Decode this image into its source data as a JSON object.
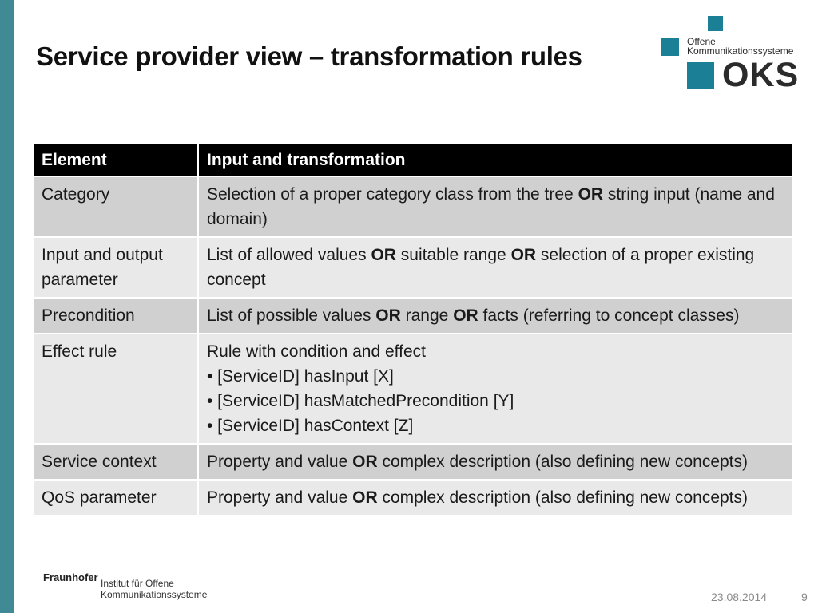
{
  "slide": {
    "title": "Service provider view – transformation rules",
    "accent_color": "#3f8a94"
  },
  "logo": {
    "line1": "Offene",
    "line2": "Kommunikationssysteme",
    "mark": "OKS",
    "color": "#1b7f95"
  },
  "table": {
    "headers": [
      "Element",
      "Input and transformation"
    ],
    "rows": [
      {
        "element": "Category",
        "lines": [
          [
            {
              "t": "Selection of a proper category class from the tree "
            },
            {
              "t": "OR",
              "b": true
            },
            {
              "t": " string input (name and domain)"
            }
          ]
        ]
      },
      {
        "element": "Input and output parameter",
        "lines": [
          [
            {
              "t": "List of allowed values "
            },
            {
              "t": "OR",
              "b": true
            },
            {
              "t": " suitable range "
            },
            {
              "t": "OR",
              "b": true
            },
            {
              "t": " selection of a proper existing concept"
            }
          ]
        ]
      },
      {
        "element": "Precondition",
        "lines": [
          [
            {
              "t": "List of possible values "
            },
            {
              "t": "OR",
              "b": true
            },
            {
              "t": " range "
            },
            {
              "t": "OR",
              "b": true
            },
            {
              "t": " facts (referring to concept classes)"
            }
          ]
        ]
      },
      {
        "element": "Effect rule",
        "lines": [
          [
            {
              "t": "Rule with condition and effect"
            }
          ],
          [
            {
              "t": "• [ServiceID] hasInput [X]"
            }
          ],
          [
            {
              "t": "• [ServiceID] hasMatchedPrecondition [Y]"
            }
          ],
          [
            {
              "t": "• [ServiceID] hasContext [Z]"
            }
          ]
        ]
      },
      {
        "element": "Service context",
        "lines": [
          [
            {
              "t": "Property and value "
            },
            {
              "t": "OR",
              "b": true
            },
            {
              "t": " complex description (also defining new concepts)"
            }
          ]
        ]
      },
      {
        "element": "QoS parameter",
        "lines": [
          [
            {
              "t": "Property and value "
            },
            {
              "t": "OR",
              "b": true
            },
            {
              "t": " complex description (also defining new concepts)"
            }
          ]
        ]
      }
    ]
  },
  "footer": {
    "brand": "Fraunhofer",
    "institute_line1": "Institut für Offene",
    "institute_line2": "Kommunikationssysteme",
    "date": "23.08.2014",
    "page": "9"
  }
}
